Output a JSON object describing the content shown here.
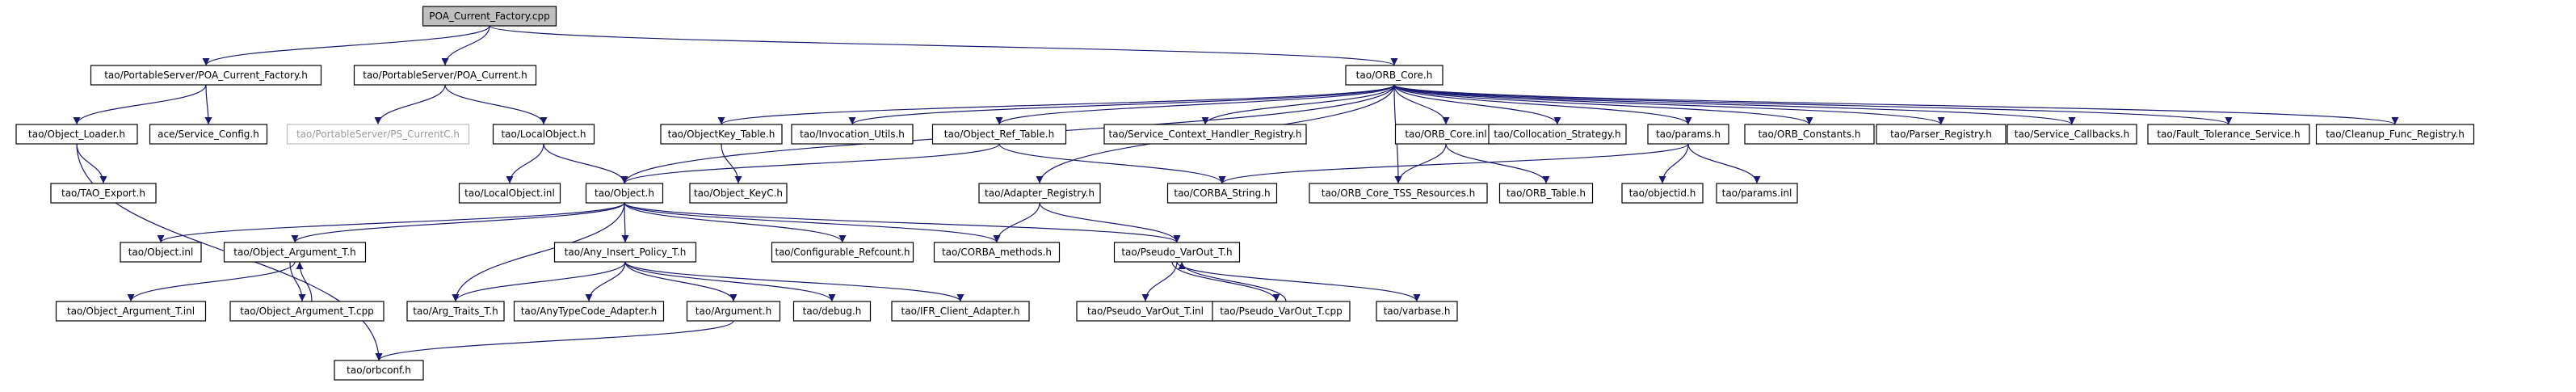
{
  "diagram": {
    "type": "include-dependency-graph",
    "edge_color": "#191970",
    "root_fill": "#bfbfbf",
    "nodes": [
      {
        "id": "root",
        "label": "POA_Current_Factory.cpp",
        "kind": "root"
      },
      {
        "id": "poacf_h",
        "label": "tao/PortableServer/POA_Current_Factory.h"
      },
      {
        "id": "poac_h",
        "label": "tao/PortableServer/POA_Current.h"
      },
      {
        "id": "orbcore_h",
        "label": "tao/ORB_Core.h"
      },
      {
        "id": "objloader_h",
        "label": "tao/Object_Loader.h"
      },
      {
        "id": "svcconfig_h",
        "label": "ace/Service_Config.h"
      },
      {
        "id": "pscurrentc_h",
        "label": "tao/PortableServer/PS_CurrentC.h",
        "kind": "faded"
      },
      {
        "id": "localobject_h",
        "label": "tao/LocalObject.h"
      },
      {
        "id": "objectkeytable_h",
        "label": "tao/ObjectKey_Table.h"
      },
      {
        "id": "invocationutils_h",
        "label": "tao/Invocation_Utils.h"
      },
      {
        "id": "objreftable_h",
        "label": "tao/Object_Ref_Table.h"
      },
      {
        "id": "svcctxhandler_h",
        "label": "tao/Service_Context_Handler_Registry.h"
      },
      {
        "id": "orbcoreinl",
        "label": "tao/ORB_Core.inl"
      },
      {
        "id": "collocation_h",
        "label": "tao/Collocation_Strategy.h"
      },
      {
        "id": "params_h",
        "label": "tao/params.h"
      },
      {
        "id": "orbconstants_h",
        "label": "tao/ORB_Constants.h"
      },
      {
        "id": "parserreg_h",
        "label": "tao/Parser_Registry.h"
      },
      {
        "id": "svccallbacks_h",
        "label": "tao/Service_Callbacks.h"
      },
      {
        "id": "faulttol_h",
        "label": "tao/Fault_Tolerance_Service.h"
      },
      {
        "id": "cleanupfunc_h",
        "label": "tao/Cleanup_Func_Registry.h"
      },
      {
        "id": "taoexport_h",
        "label": "tao/TAO_Export.h"
      },
      {
        "id": "localobjectinl",
        "label": "tao/LocalObject.inl"
      },
      {
        "id": "object_h",
        "label": "tao/Object.h"
      },
      {
        "id": "objectkeyc_h",
        "label": "tao/Object_KeyC.h"
      },
      {
        "id": "adapterreg_h",
        "label": "tao/Adapter_Registry.h"
      },
      {
        "id": "corbastring_h",
        "label": "tao/CORBA_String.h"
      },
      {
        "id": "orbcoretss_h",
        "label": "tao/ORB_Core_TSS_Resources.h"
      },
      {
        "id": "orbtable_h",
        "label": "tao/ORB_Table.h"
      },
      {
        "id": "objectid_h",
        "label": "tao/objectid.h"
      },
      {
        "id": "paramsinl",
        "label": "tao/params.inl"
      },
      {
        "id": "objectinl",
        "label": "tao/Object.inl"
      },
      {
        "id": "objargt_h",
        "label": "tao/Object_Argument_T.h"
      },
      {
        "id": "anyinsert_h",
        "label": "tao/Any_Insert_Policy_T.h"
      },
      {
        "id": "configrefcount_h",
        "label": "tao/Configurable_Refcount.h"
      },
      {
        "id": "corbamethods_h",
        "label": "tao/CORBA_methods.h"
      },
      {
        "id": "pseudovarout_h",
        "label": "tao/Pseudo_VarOut_T.h"
      },
      {
        "id": "objargtinl",
        "label": "tao/Object_Argument_T.inl"
      },
      {
        "id": "objargtcpp",
        "label": "tao/Object_Argument_T.cpp"
      },
      {
        "id": "argtraits_h",
        "label": "tao/Arg_Traits_T.h"
      },
      {
        "id": "anytypecode_h",
        "label": "tao/AnyTypeCode_Adapter.h"
      },
      {
        "id": "argument_h",
        "label": "tao/Argument.h"
      },
      {
        "id": "debug_h",
        "label": "tao/debug.h"
      },
      {
        "id": "ifrclient_h",
        "label": "tao/IFR_Client_Adapter.h"
      },
      {
        "id": "pseudovaroutinl",
        "label": "tao/Pseudo_VarOut_T.inl"
      },
      {
        "id": "pseudovaroutcpp",
        "label": "tao/Pseudo_VarOut_T.cpp"
      },
      {
        "id": "varbase_h",
        "label": "tao/varbase.h"
      },
      {
        "id": "orbconf_h",
        "label": "tao/orbconf.h"
      }
    ],
    "edges": [
      [
        "root",
        "poacf_h"
      ],
      [
        "root",
        "poac_h"
      ],
      [
        "root",
        "orbcore_h"
      ],
      [
        "poacf_h",
        "objloader_h"
      ],
      [
        "poacf_h",
        "svcconfig_h"
      ],
      [
        "poac_h",
        "pscurrentc_h"
      ],
      [
        "poac_h",
        "localobject_h"
      ],
      [
        "objloader_h",
        "taoexport_h"
      ],
      [
        "objloader_h",
        "orbconf_h"
      ],
      [
        "localobject_h",
        "localobjectinl"
      ],
      [
        "localobject_h",
        "object_h"
      ],
      [
        "orbcore_h",
        "object_h"
      ],
      [
        "orbcore_h",
        "objectkeytable_h"
      ],
      [
        "orbcore_h",
        "invocationutils_h"
      ],
      [
        "orbcore_h",
        "objreftable_h"
      ],
      [
        "orbcore_h",
        "svcctxhandler_h"
      ],
      [
        "orbcore_h",
        "orbcoreinl"
      ],
      [
        "orbcore_h",
        "collocation_h"
      ],
      [
        "orbcore_h",
        "params_h"
      ],
      [
        "orbcore_h",
        "orbconstants_h"
      ],
      [
        "orbcore_h",
        "parserreg_h"
      ],
      [
        "orbcore_h",
        "svccallbacks_h"
      ],
      [
        "orbcore_h",
        "faulttol_h"
      ],
      [
        "orbcore_h",
        "cleanupfunc_h"
      ],
      [
        "orbcore_h",
        "adapterreg_h"
      ],
      [
        "orbcore_h",
        "orbcoretss_h"
      ],
      [
        "objectkeytable_h",
        "objectkeyc_h"
      ],
      [
        "objreftable_h",
        "object_h"
      ],
      [
        "objreftable_h",
        "corbastring_h"
      ],
      [
        "orbcoreinl",
        "orbcoretss_h"
      ],
      [
        "orbcoreinl",
        "orbtable_h"
      ],
      [
        "params_h",
        "corbastring_h"
      ],
      [
        "params_h",
        "objectid_h"
      ],
      [
        "params_h",
        "paramsinl"
      ],
      [
        "object_h",
        "objectinl"
      ],
      [
        "object_h",
        "objargt_h"
      ],
      [
        "object_h",
        "anyinsert_h"
      ],
      [
        "object_h",
        "configrefcount_h"
      ],
      [
        "object_h",
        "corbamethods_h"
      ],
      [
        "object_h",
        "pseudovarout_h"
      ],
      [
        "object_h",
        "argtraits_h"
      ],
      [
        "adapterreg_h",
        "corbamethods_h"
      ],
      [
        "adapterreg_h",
        "pseudovarout_h"
      ],
      [
        "objargt_h",
        "objargtinl"
      ],
      [
        "objargt_h",
        "objargtcpp"
      ],
      [
        "objargtcpp",
        "objargt_h"
      ],
      [
        "anyinsert_h",
        "argtraits_h"
      ],
      [
        "anyinsert_h",
        "anytypecode_h"
      ],
      [
        "anyinsert_h",
        "argument_h"
      ],
      [
        "anyinsert_h",
        "debug_h"
      ],
      [
        "anyinsert_h",
        "ifrclient_h"
      ],
      [
        "argument_h",
        "orbconf_h"
      ],
      [
        "pseudovarout_h",
        "pseudovaroutinl"
      ],
      [
        "pseudovarout_h",
        "pseudovaroutcpp"
      ],
      [
        "pseudovarout_h",
        "varbase_h"
      ],
      [
        "pseudovaroutcpp",
        "pseudovarout_h"
      ]
    ]
  }
}
